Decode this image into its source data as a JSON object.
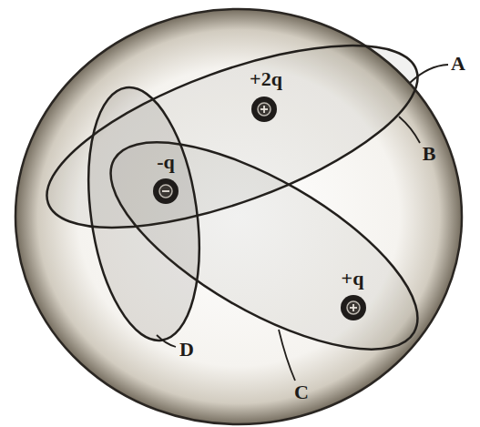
{
  "diagram": {
    "labels": [
      "+2q",
      "-q",
      "+q",
      "A",
      "B",
      "C",
      "D"
    ]
  }
}
